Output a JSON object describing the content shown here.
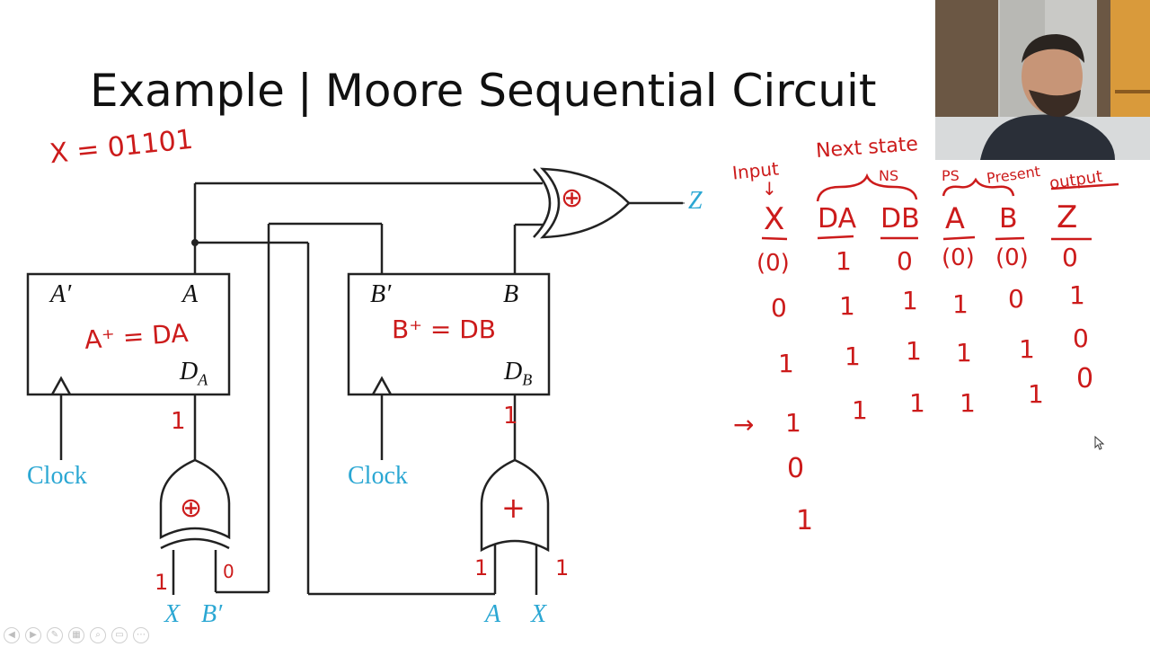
{
  "slide": {
    "title_bold": "Example",
    "title_sep": "|",
    "title_rest": "Moore Sequential Circuit",
    "note_x": "X = 01101"
  },
  "circuit": {
    "output_label": "Z",
    "ff_a": {
      "q_bar": "A′",
      "q": "A",
      "d": "D",
      "d_sub": "A",
      "note": "A⁺ = DA"
    },
    "ff_b": {
      "q_bar": "B′",
      "q": "B",
      "d": "D",
      "d_sub": "B",
      "note": "B⁺ = DB"
    },
    "clock_a": "Clock",
    "clock_b": "Clock",
    "inputs_left": [
      "X",
      "B′"
    ],
    "inputs_right": [
      "A",
      "X"
    ],
    "gate_left_symbol": "⊕",
    "gate_right_symbol": "+",
    "gate_out_symbol": "⊕",
    "wire_notes": {
      "da": "1",
      "db": "1",
      "left_x": "1",
      "left_b": "0",
      "right_a": "1",
      "right_x": "1"
    }
  },
  "table": {
    "group_headers": {
      "input": "Input",
      "next_state": "Next state",
      "ns": "NS",
      "ps": "PS",
      "present": "Present",
      "output": "output"
    },
    "columns": [
      "X",
      "DA",
      "DB",
      "A",
      "B",
      "Z"
    ],
    "rows": [
      [
        "(0)",
        "1",
        "0",
        "(0)",
        "(0)",
        "0"
      ],
      [
        "0",
        "1",
        "1",
        "1",
        "0",
        "1"
      ],
      [
        "1",
        "1",
        "1",
        "1",
        "1",
        "0"
      ],
      [
        "1",
        "1",
        "1",
        "1",
        "1",
        "0"
      ],
      [
        "0",
        "",
        "",
        "",
        "",
        ""
      ],
      [
        "1",
        "",
        "",
        "",
        "",
        ""
      ]
    ],
    "arrow": "→"
  },
  "toolbar": {
    "icons": [
      "prev-icon",
      "next-icon",
      "pen-icon",
      "slides-icon",
      "zoom-icon",
      "subtitles-icon",
      "more-icon"
    ],
    "glyphs": [
      "◀",
      "▶",
      "✎",
      "▦",
      "⌕",
      "▭",
      "⋯"
    ]
  }
}
